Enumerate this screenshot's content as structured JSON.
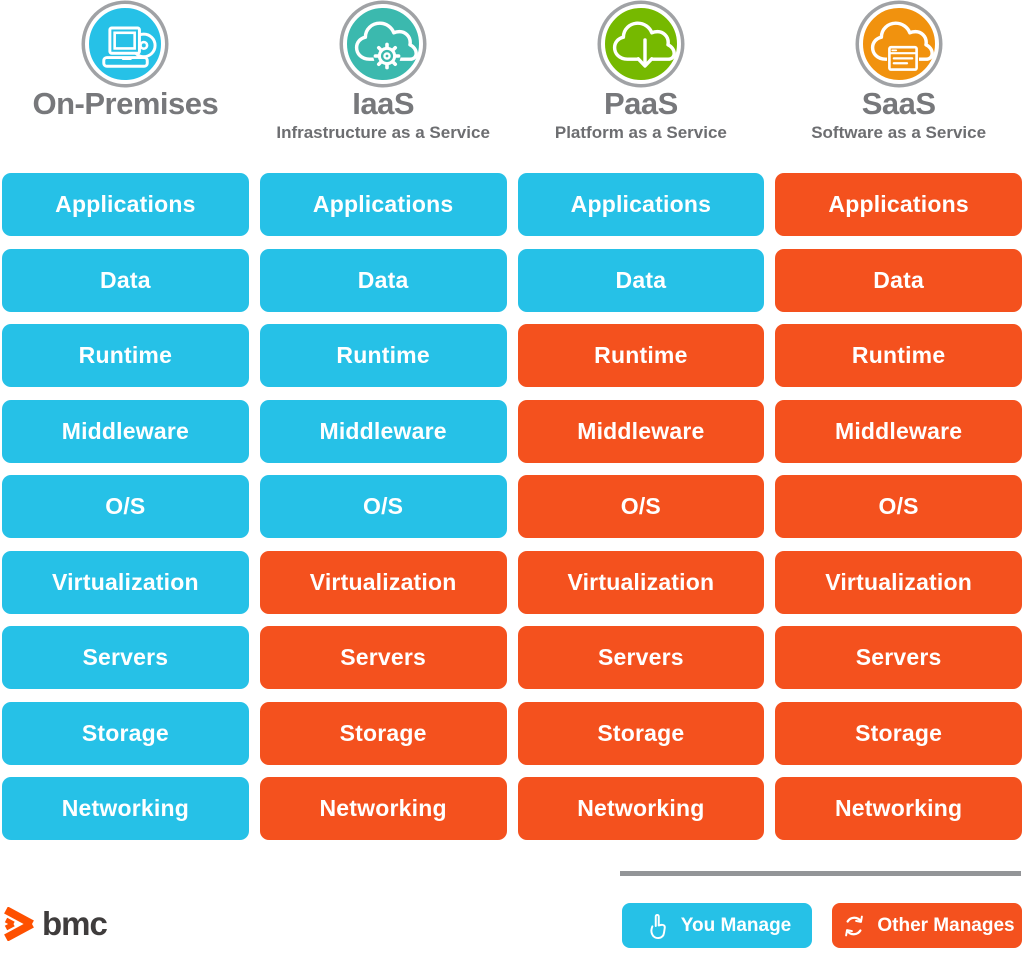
{
  "colors": {
    "you_manage": "#26C1E7",
    "other_manages": "#F4511E",
    "on_premises_circle": "#26C1E7",
    "iaas_circle": "#3BB9AE",
    "paas_circle": "#76B900",
    "saas_circle": "#F1920E",
    "ring_gray": "#A0A2A5",
    "title_gray": "#77787B",
    "subtitle_gray": "#6D6E71",
    "divider_gray": "#939598",
    "bmc_orange": "#FE5000",
    "bmc_text": "#3F3C3C"
  },
  "layers": [
    "Applications",
    "Data",
    "Runtime",
    "Middleware",
    "O/S",
    "Virtualization",
    "Servers",
    "Storage",
    "Networking"
  ],
  "columns": [
    {
      "id": "on-premises",
      "title": "On-Premises",
      "subtitle": "",
      "icon": "laptop-disc-icon",
      "circle": "on_premises_circle",
      "cells": [
        "you",
        "you",
        "you",
        "you",
        "you",
        "you",
        "you",
        "you",
        "you"
      ]
    },
    {
      "id": "iaas",
      "title": "IaaS",
      "subtitle": "Infrastructure as a Service",
      "icon": "cloud-gear-icon",
      "circle": "iaas_circle",
      "cells": [
        "you",
        "you",
        "you",
        "you",
        "you",
        "other",
        "other",
        "other",
        "other"
      ]
    },
    {
      "id": "paas",
      "title": "PaaS",
      "subtitle": "Platform as a Service",
      "icon": "cloud-download-icon",
      "circle": "paas_circle",
      "cells": [
        "you",
        "you",
        "other",
        "other",
        "other",
        "other",
        "other",
        "other",
        "other"
      ]
    },
    {
      "id": "saas",
      "title": "SaaS",
      "subtitle": "Software as a Service",
      "icon": "cloud-app-window-icon",
      "circle": "saas_circle",
      "cells": [
        "other",
        "other",
        "other",
        "other",
        "other",
        "other",
        "other",
        "other",
        "other"
      ]
    }
  ],
  "legend": {
    "you_manage_label": "You Manage",
    "you_manage_icon": "hand-pointer-icon",
    "other_manages_label": "Other Manages",
    "other_manages_icon": "refresh-arrows-icon"
  },
  "footer": {
    "logo_text": "bmc",
    "logo_icon": "bmc-chevrons-icon"
  }
}
